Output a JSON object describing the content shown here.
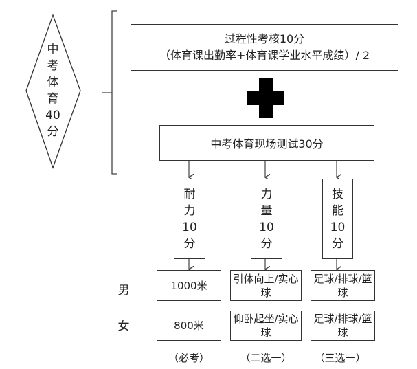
{
  "total": {
    "chars": [
      "中",
      "考",
      "体",
      "育",
      "40",
      "分"
    ]
  },
  "process": {
    "title": "过程性考核10分",
    "formula": "（体育课出勤率+体育课学业水平成绩）/ 2"
  },
  "plus_icon": "plus-icon",
  "onsite": {
    "title": "中考体育现场测试30分"
  },
  "categories": [
    {
      "chars": [
        "耐",
        "力",
        "10",
        "分"
      ]
    },
    {
      "chars": [
        "力",
        "量",
        "10",
        "分"
      ]
    },
    {
      "chars": [
        "技",
        "能",
        "10",
        "分"
      ]
    }
  ],
  "rows": [
    {
      "label": "男",
      "cells": [
        "1000米",
        "引体向上/实心球",
        "足球/排球/篮球"
      ]
    },
    {
      "label": "女",
      "cells": [
        "800米",
        "仰卧起坐/实心球",
        "足球/排球/篮球"
      ]
    }
  ],
  "notes": [
    "（必考）",
    "（二选一）",
    "（三选一）"
  ]
}
